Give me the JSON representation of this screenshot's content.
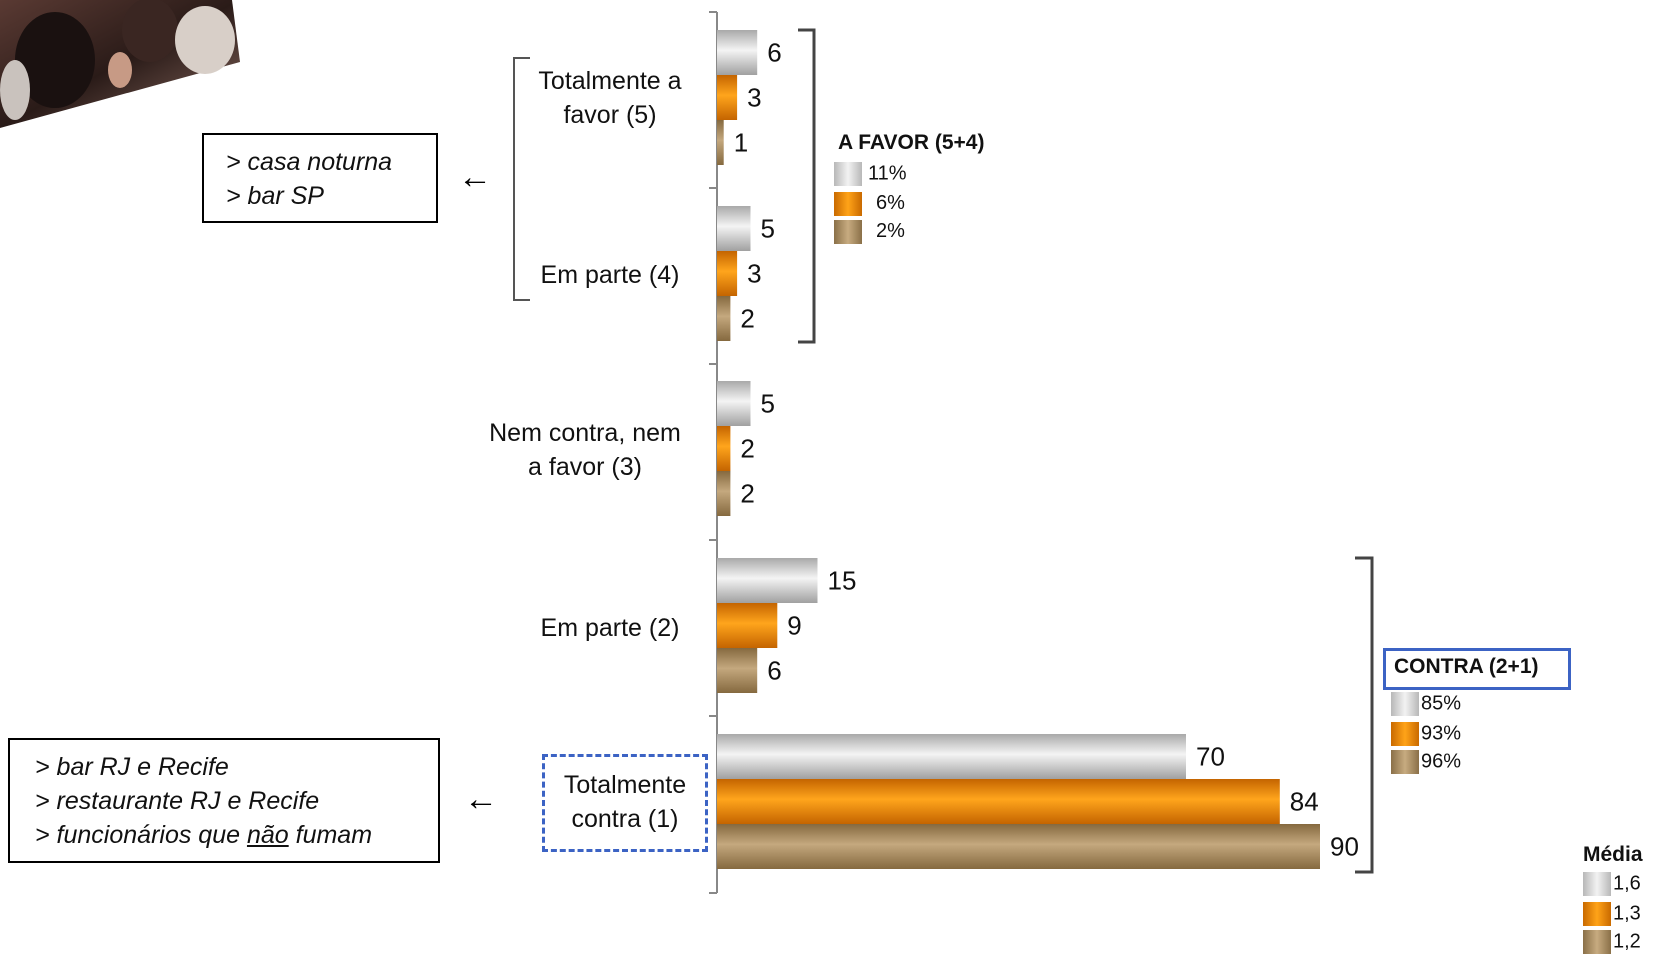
{
  "chart_data": {
    "type": "bar",
    "orientation": "horizontal",
    "categories": [
      "Totalmente a favor (5)",
      "Em parte (4)",
      "Nem contra, nem a favor (3)",
      "Em parte (2)",
      "Totalmente contra (1)"
    ],
    "category_lines": [
      [
        "Totalmente a",
        "favor (5)"
      ],
      [
        "Em parte (4)"
      ],
      [
        "Nem contra, nem",
        "a favor (3)"
      ],
      [
        "Em parte (2)"
      ],
      [
        "Totalmente",
        "contra (1)"
      ]
    ],
    "series": [
      {
        "values": [
          6,
          5,
          5,
          15,
          70
        ]
      },
      {
        "values": [
          3,
          3,
          2,
          9,
          84
        ]
      },
      {
        "values": [
          1,
          2,
          2,
          6,
          90
        ]
      }
    ],
    "xlim": [
      0,
      100
    ],
    "grid": false,
    "legend": "none"
  },
  "notes": {
    "favor": [
      "> casa noturna",
      "> bar SP"
    ],
    "contra": [
      "> bar RJ e Recife",
      "> restaurante  RJ e Recife",
      "> funcionários  que ",
      "não",
      " fumam"
    ]
  },
  "favor_summary": {
    "title": "A FAVOR (5+4)",
    "values": [
      "11%",
      "6%",
      "2%"
    ]
  },
  "contra_summary": {
    "title": "CONTRA (2+1)",
    "values": [
      "85%",
      "93%",
      "96%"
    ]
  },
  "media": {
    "title": "Média",
    "values": [
      "1,6",
      "1,3",
      "1,2"
    ]
  },
  "colors": {
    "series_gray": "#d9d9d9",
    "series_orange": "#f08a00",
    "series_tan": "#a68b5f",
    "highlight_blue": "#3c63c4"
  }
}
